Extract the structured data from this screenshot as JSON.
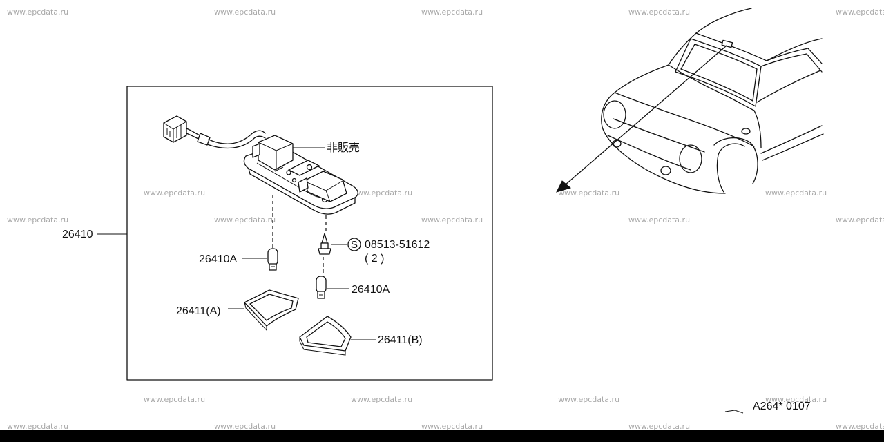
{
  "watermark": "www.epcdata.ru",
  "labels": {
    "assembly": "26410",
    "not_for_sale": "非販売",
    "bulb_left": "26410A",
    "bulb_right": "26410A",
    "screw_part": "08513-51612",
    "screw_symbol": "S",
    "screw_qty": "( 2 )",
    "lens_a": "26411(A)",
    "lens_b": "26411(B)"
  },
  "figure_code": "A264* 0107"
}
